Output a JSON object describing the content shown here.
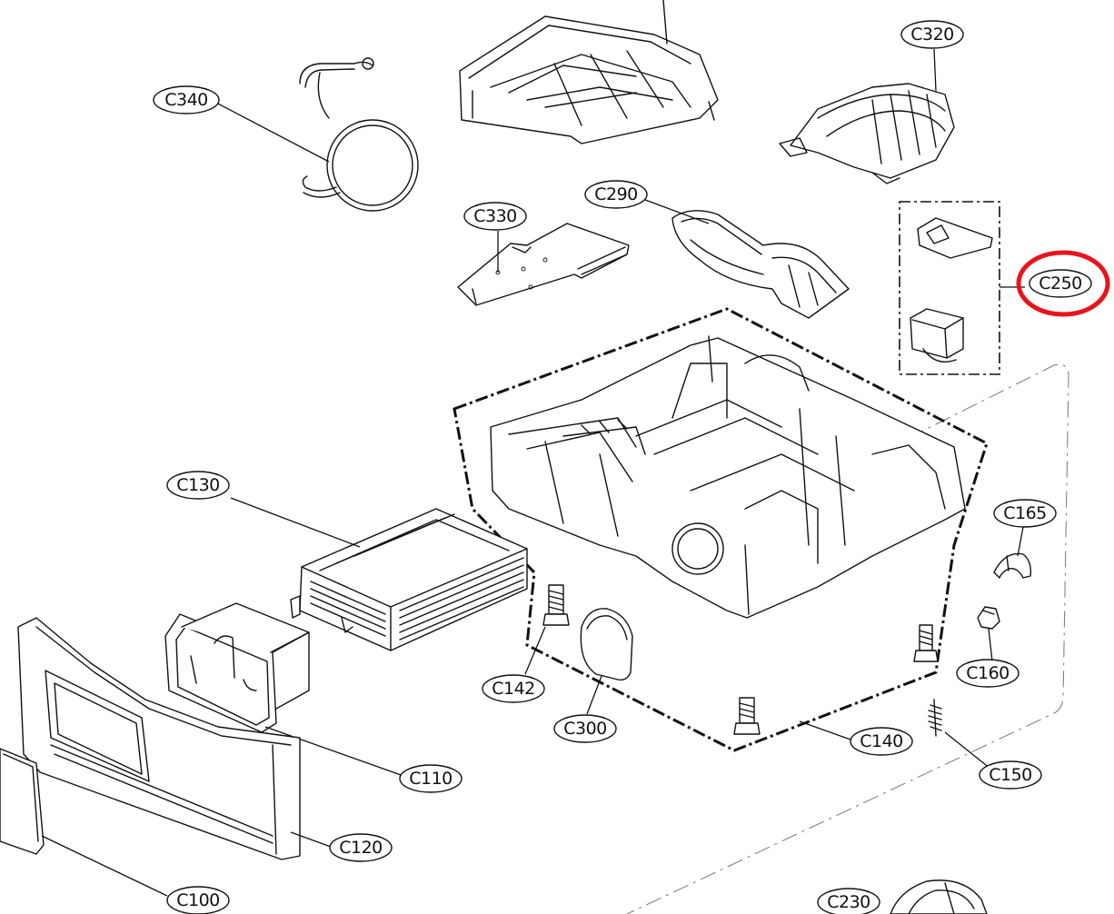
{
  "parts": {
    "c100": "C100",
    "c110": "C110",
    "c120": "C120",
    "c130": "C130",
    "c140": "C140",
    "c142": "C142",
    "c150": "C150",
    "c160": "C160",
    "c165": "C165",
    "c230": "C230",
    "c250": "C250",
    "c290": "C290",
    "c300": "C300",
    "c320": "C320",
    "c330": "C330",
    "c340": "C340"
  },
  "highlight": {
    "part": "C250",
    "color": "#e8141c"
  },
  "colors": {
    "line": "#111111",
    "background": "#ffffff"
  }
}
